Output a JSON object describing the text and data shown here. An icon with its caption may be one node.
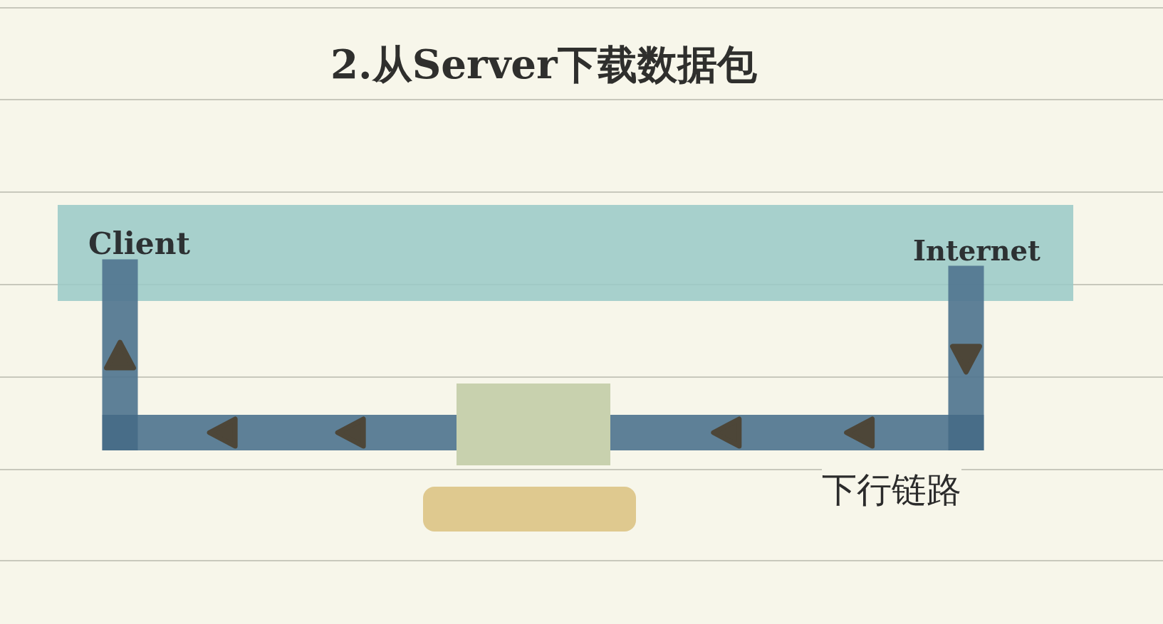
{
  "diagram": {
    "title": "2.从Server下载数据包",
    "nodes": [
      {
        "text": [],
        "shape": "box"
      },
      {
        "text": [
          "Client"
        ],
        "in": 0
      },
      {
        "text": [
          "Internet"
        ],
        "in": 0
      },
      {
        "text": [],
        "shape": "box"
      },
      {
        "text": [],
        "shape": "box"
      }
    ],
    "edges": [
      {
        "from": 2,
        "to": 3,
        "arrow": "to",
        "label": "下行链路"
      },
      {
        "from": 3,
        "to": 1,
        "arrow": "to"
      }
    ]
  }
}
